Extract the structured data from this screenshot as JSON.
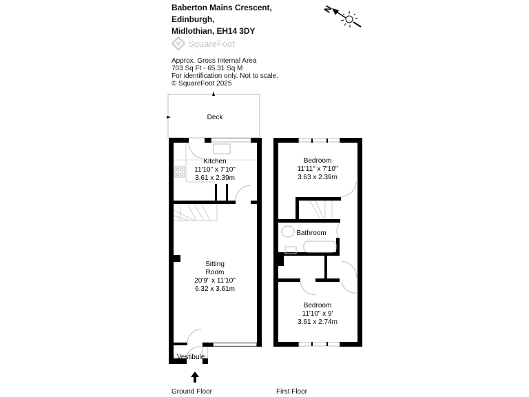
{
  "header": {
    "address_line1": "Baberton Mains Crescent,",
    "address_line2": "Edinburgh,",
    "address_line3": "Midlothian, EH14 3DY",
    "logo_text": "SquareFoot",
    "area_label": "Approx. Gross Internal Area",
    "area_value": "703 Sq Ft  -  65.31 Sq M",
    "disclaimer": "For identification only. Not to scale.",
    "copyright": "© SquareFoot 2025"
  },
  "compass": {
    "label": "N"
  },
  "ground_floor": {
    "label": "Ground Floor",
    "rooms": [
      {
        "name": "Deck"
      },
      {
        "name": "Kitchen",
        "imperial": "11'10\" x 7'10\"",
        "metric": "3.61 x 2.39m"
      },
      {
        "name": "Sitting",
        "name2": "Room",
        "imperial": "20'9\" x 11'10\"",
        "metric": "6.32 x 3.61m"
      },
      {
        "name": "Vestibule"
      }
    ]
  },
  "first_floor": {
    "label": "First Floor",
    "rooms": [
      {
        "name": "Bedroom",
        "imperial": "11'11\" x 7'10\"",
        "metric": "3.63 x 2.39m"
      },
      {
        "name": "Bathroom"
      },
      {
        "name": "Bedroom",
        "imperial": "11'10\" x 9'",
        "metric": "3.61 x 2.74m"
      }
    ]
  },
  "colors": {
    "wall": "#000000",
    "fixture": "#bbbbbb",
    "logo": "#c8c8c8"
  }
}
